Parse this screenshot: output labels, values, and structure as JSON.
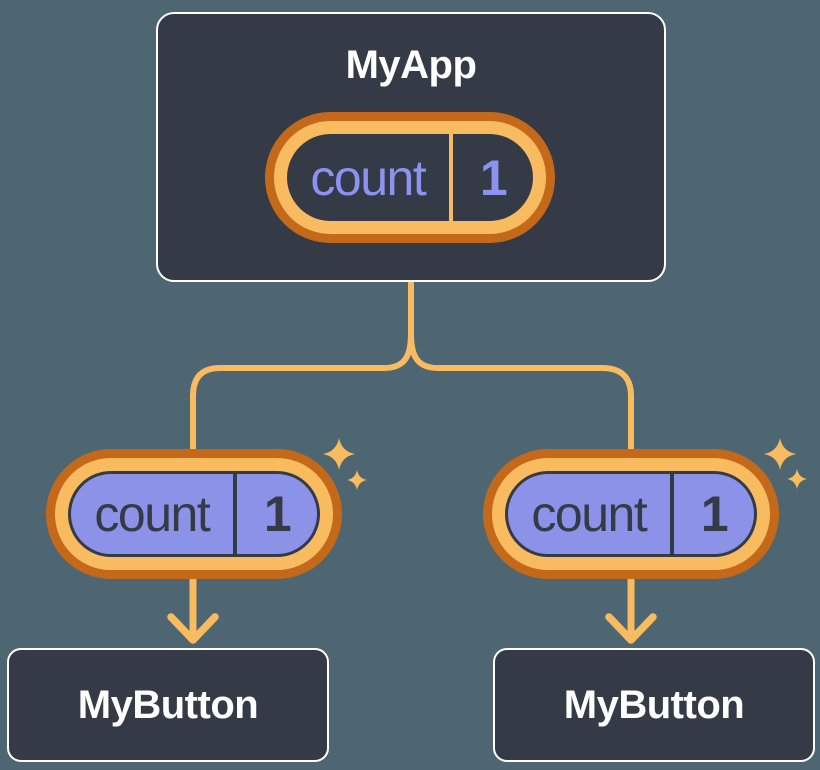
{
  "colors": {
    "background": "#4D6671",
    "node_background": "#343A46",
    "node_border": "#FFFFFF",
    "node_text": "#FFFFFF",
    "connector_line": "#F8BB60",
    "sparkle": "#F8BB60",
    "pill_ring_outer": "#C4691A",
    "pill_ring_inner": "#F8BB60",
    "pill_dark_fill": "#343A46",
    "pill_light_fill": "#8B92E8",
    "state_text_on_dark": "#8B93F0",
    "state_text_on_light": "#343A46"
  },
  "icons": {
    "sparkle": "four-point-star-sparkle",
    "arrow": "down-arrow"
  },
  "diagram": {
    "root": {
      "title": "MyApp",
      "state": {
        "name": "count",
        "value": "1"
      }
    },
    "children": [
      {
        "title": "MyButton",
        "state": {
          "name": "count",
          "value": "1"
        }
      },
      {
        "title": "MyButton",
        "state": {
          "name": "count",
          "value": "1"
        }
      }
    ]
  }
}
